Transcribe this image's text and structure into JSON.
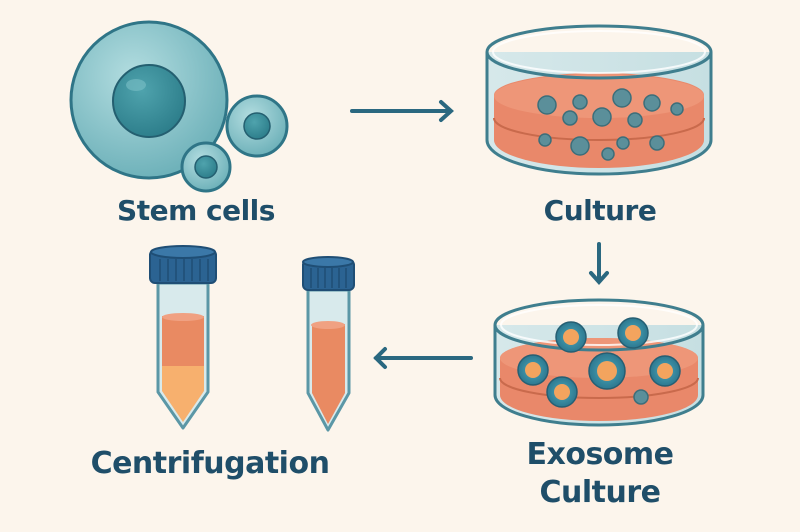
{
  "steps": {
    "stem_cells": "Stem cells",
    "culture": "Culture",
    "exosome_culture_line1": "Exosome",
    "exosome_culture_line2": "Culture",
    "centrifugation": "Centrifugation"
  },
  "colors": {
    "background": "#fcf5ec",
    "text": "#1f4e69",
    "arrow": "#2a6880",
    "cell": "#8cc6cc",
    "nucleus": "#3e8f9c",
    "medium": "#e98a68",
    "cap": "#2b6392"
  },
  "icons": [
    "stem-cell-icon",
    "petri-dish-icon",
    "exosome-dish-icon",
    "centrifuge-tube-icon",
    "arrow-right-icon",
    "arrow-down-icon",
    "arrow-left-icon"
  ]
}
